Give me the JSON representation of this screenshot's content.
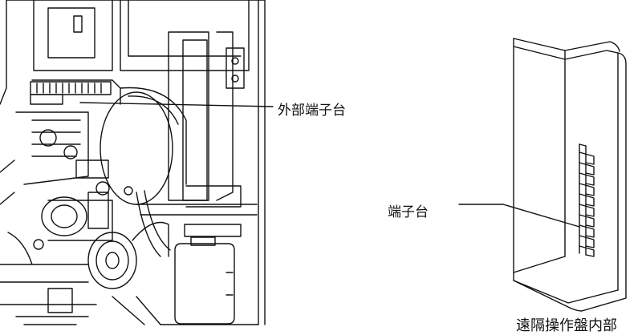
{
  "labels": {
    "external_terminal_block": "外部端子台",
    "terminal_block": "端子台",
    "remote_panel_interior": "遠隔操作盤内部"
  },
  "colors": {
    "line": "#111111",
    "background": "#ffffff"
  },
  "terminal_block_detail": {
    "terminal_count": 10
  }
}
